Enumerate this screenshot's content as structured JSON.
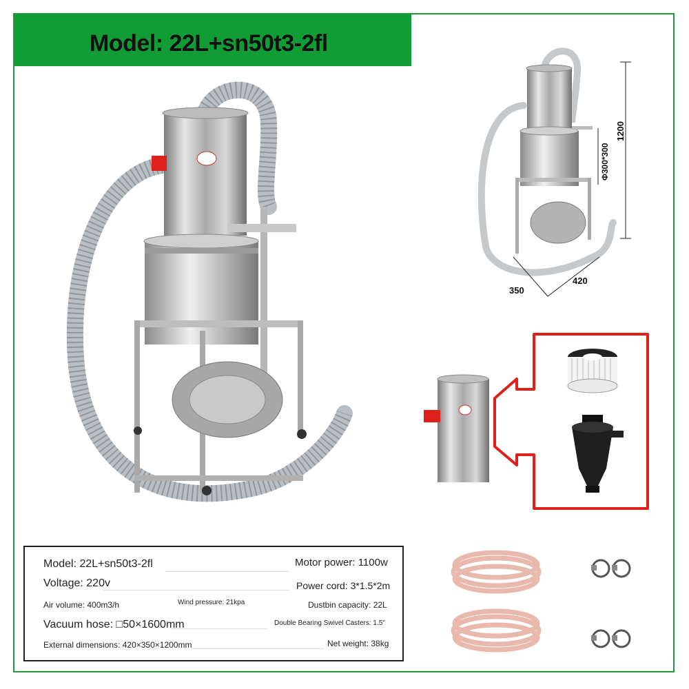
{
  "banner": {
    "title": "Model: 22L+sn50t3-2fl"
  },
  "brand": {
    "green": "#119c36",
    "red": "#e0201b"
  },
  "dimensions": {
    "height": "1200",
    "diameter": "Φ300*300",
    "depth": "350",
    "width": "420"
  },
  "specs": {
    "model": "Model: 22L+sn50t3-2fl",
    "motor_power": "Motor power: 1100w",
    "voltage": "Voltage: 220v",
    "power_cord": "Power cord: 3*1.5*2m",
    "air_volume": "Air volume: 400m3/h",
    "wind_pressure": "Wind pressure: 21kpa",
    "dustbin_capacity": "Dustbin capacity: 22L",
    "vacuum_hose": "Vacuum hose: □50×1600mm",
    "casters": "Double Bearing Swivel Casters: 1.5\"",
    "external_dimensions": "External dimensions: 420×350×1200mm",
    "net_weight": "Net weight: 38kg"
  }
}
